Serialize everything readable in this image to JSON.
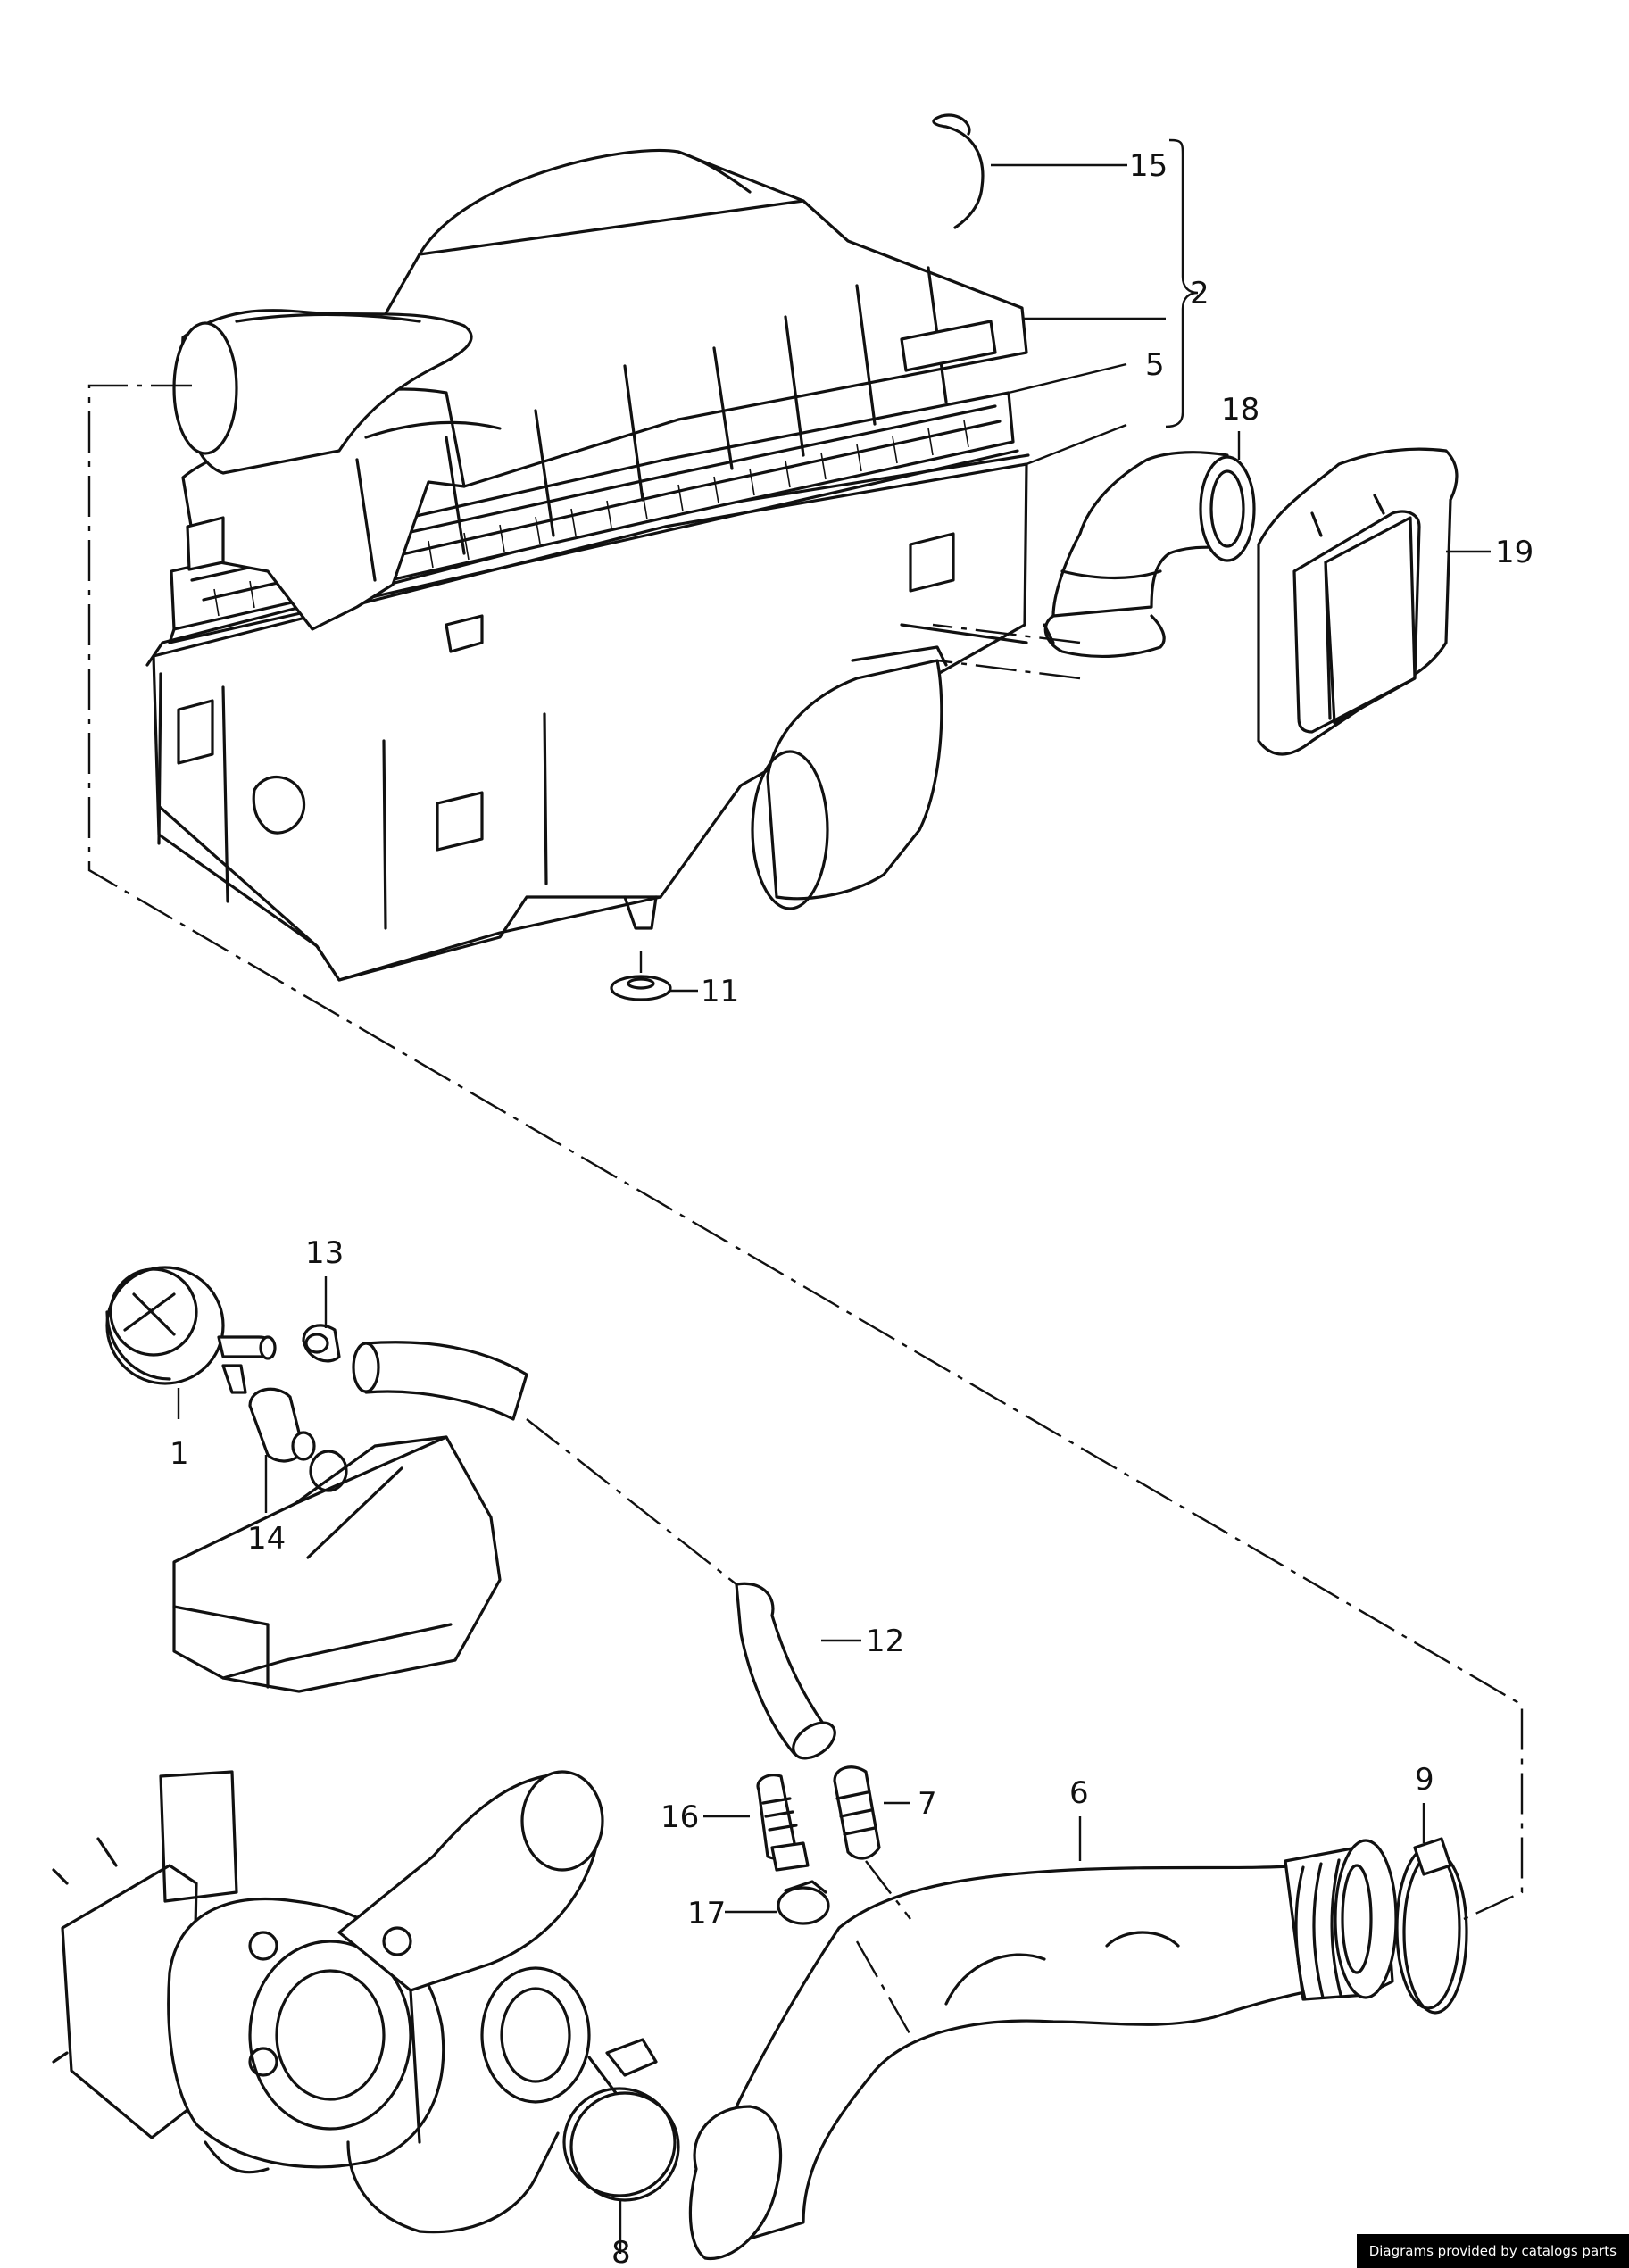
{
  "callouts": {
    "c1": "1",
    "c2": "2",
    "c5": "5",
    "c6": "6",
    "c7": "7",
    "c8": "8",
    "c9": "9",
    "c11": "11",
    "c12": "12",
    "c13": "13",
    "c14": "14",
    "c15": "15",
    "c16": "16",
    "c17": "17",
    "c18": "18",
    "c19": "19"
  },
  "footer": {
    "credit": "Diagrams provided by catalogs parts"
  },
  "colors": {
    "ink": "#111111",
    "paper": "#ffffff",
    "credit_bg": "#000000"
  }
}
